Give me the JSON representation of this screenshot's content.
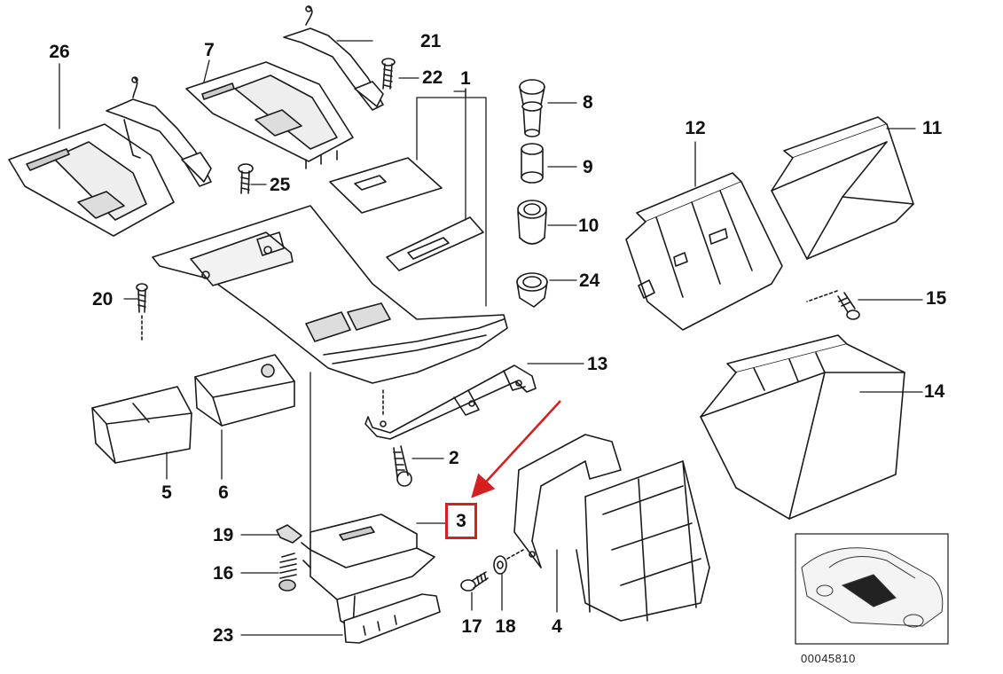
{
  "diagram": {
    "callouts": {
      "p1": "1",
      "p2": "2",
      "p3": "3",
      "p4": "4",
      "p5": "5",
      "p6": "6",
      "p7": "7",
      "p8": "8",
      "p9": "9",
      "p10": "10",
      "p11": "11",
      "p12": "12",
      "p13": "13",
      "p14": "14",
      "p15": "15",
      "p16": "16",
      "p17": "17",
      "p18": "18",
      "p19": "19",
      "p20": "20",
      "p21": "21",
      "p22": "22",
      "p23": "23",
      "p24": "24",
      "p25": "25",
      "p26": "26"
    },
    "highlighted_part": "3",
    "diagram_code": "00045810",
    "colors": {
      "line": "#1a1a1a",
      "fill": "#ffffff",
      "shade": "#cfcfcf",
      "highlight": "#d62020"
    }
  }
}
